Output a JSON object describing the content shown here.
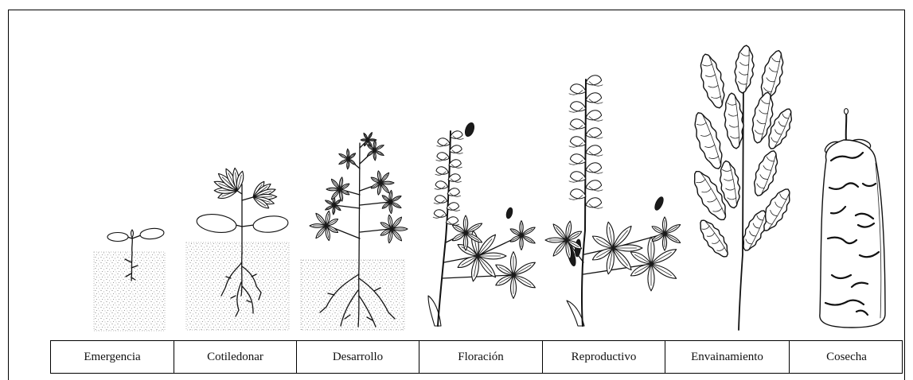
{
  "stages": [
    {
      "label": "Emergencia"
    },
    {
      "label": "Cotiledonar"
    },
    {
      "label": "Desarrollo"
    },
    {
      "label": "Floración"
    },
    {
      "label": "Reproductivo"
    },
    {
      "label": "Envainamiento"
    },
    {
      "label": "Cosecha"
    }
  ],
  "colors": {
    "ink": "#111111",
    "paper": "#ffffff"
  }
}
